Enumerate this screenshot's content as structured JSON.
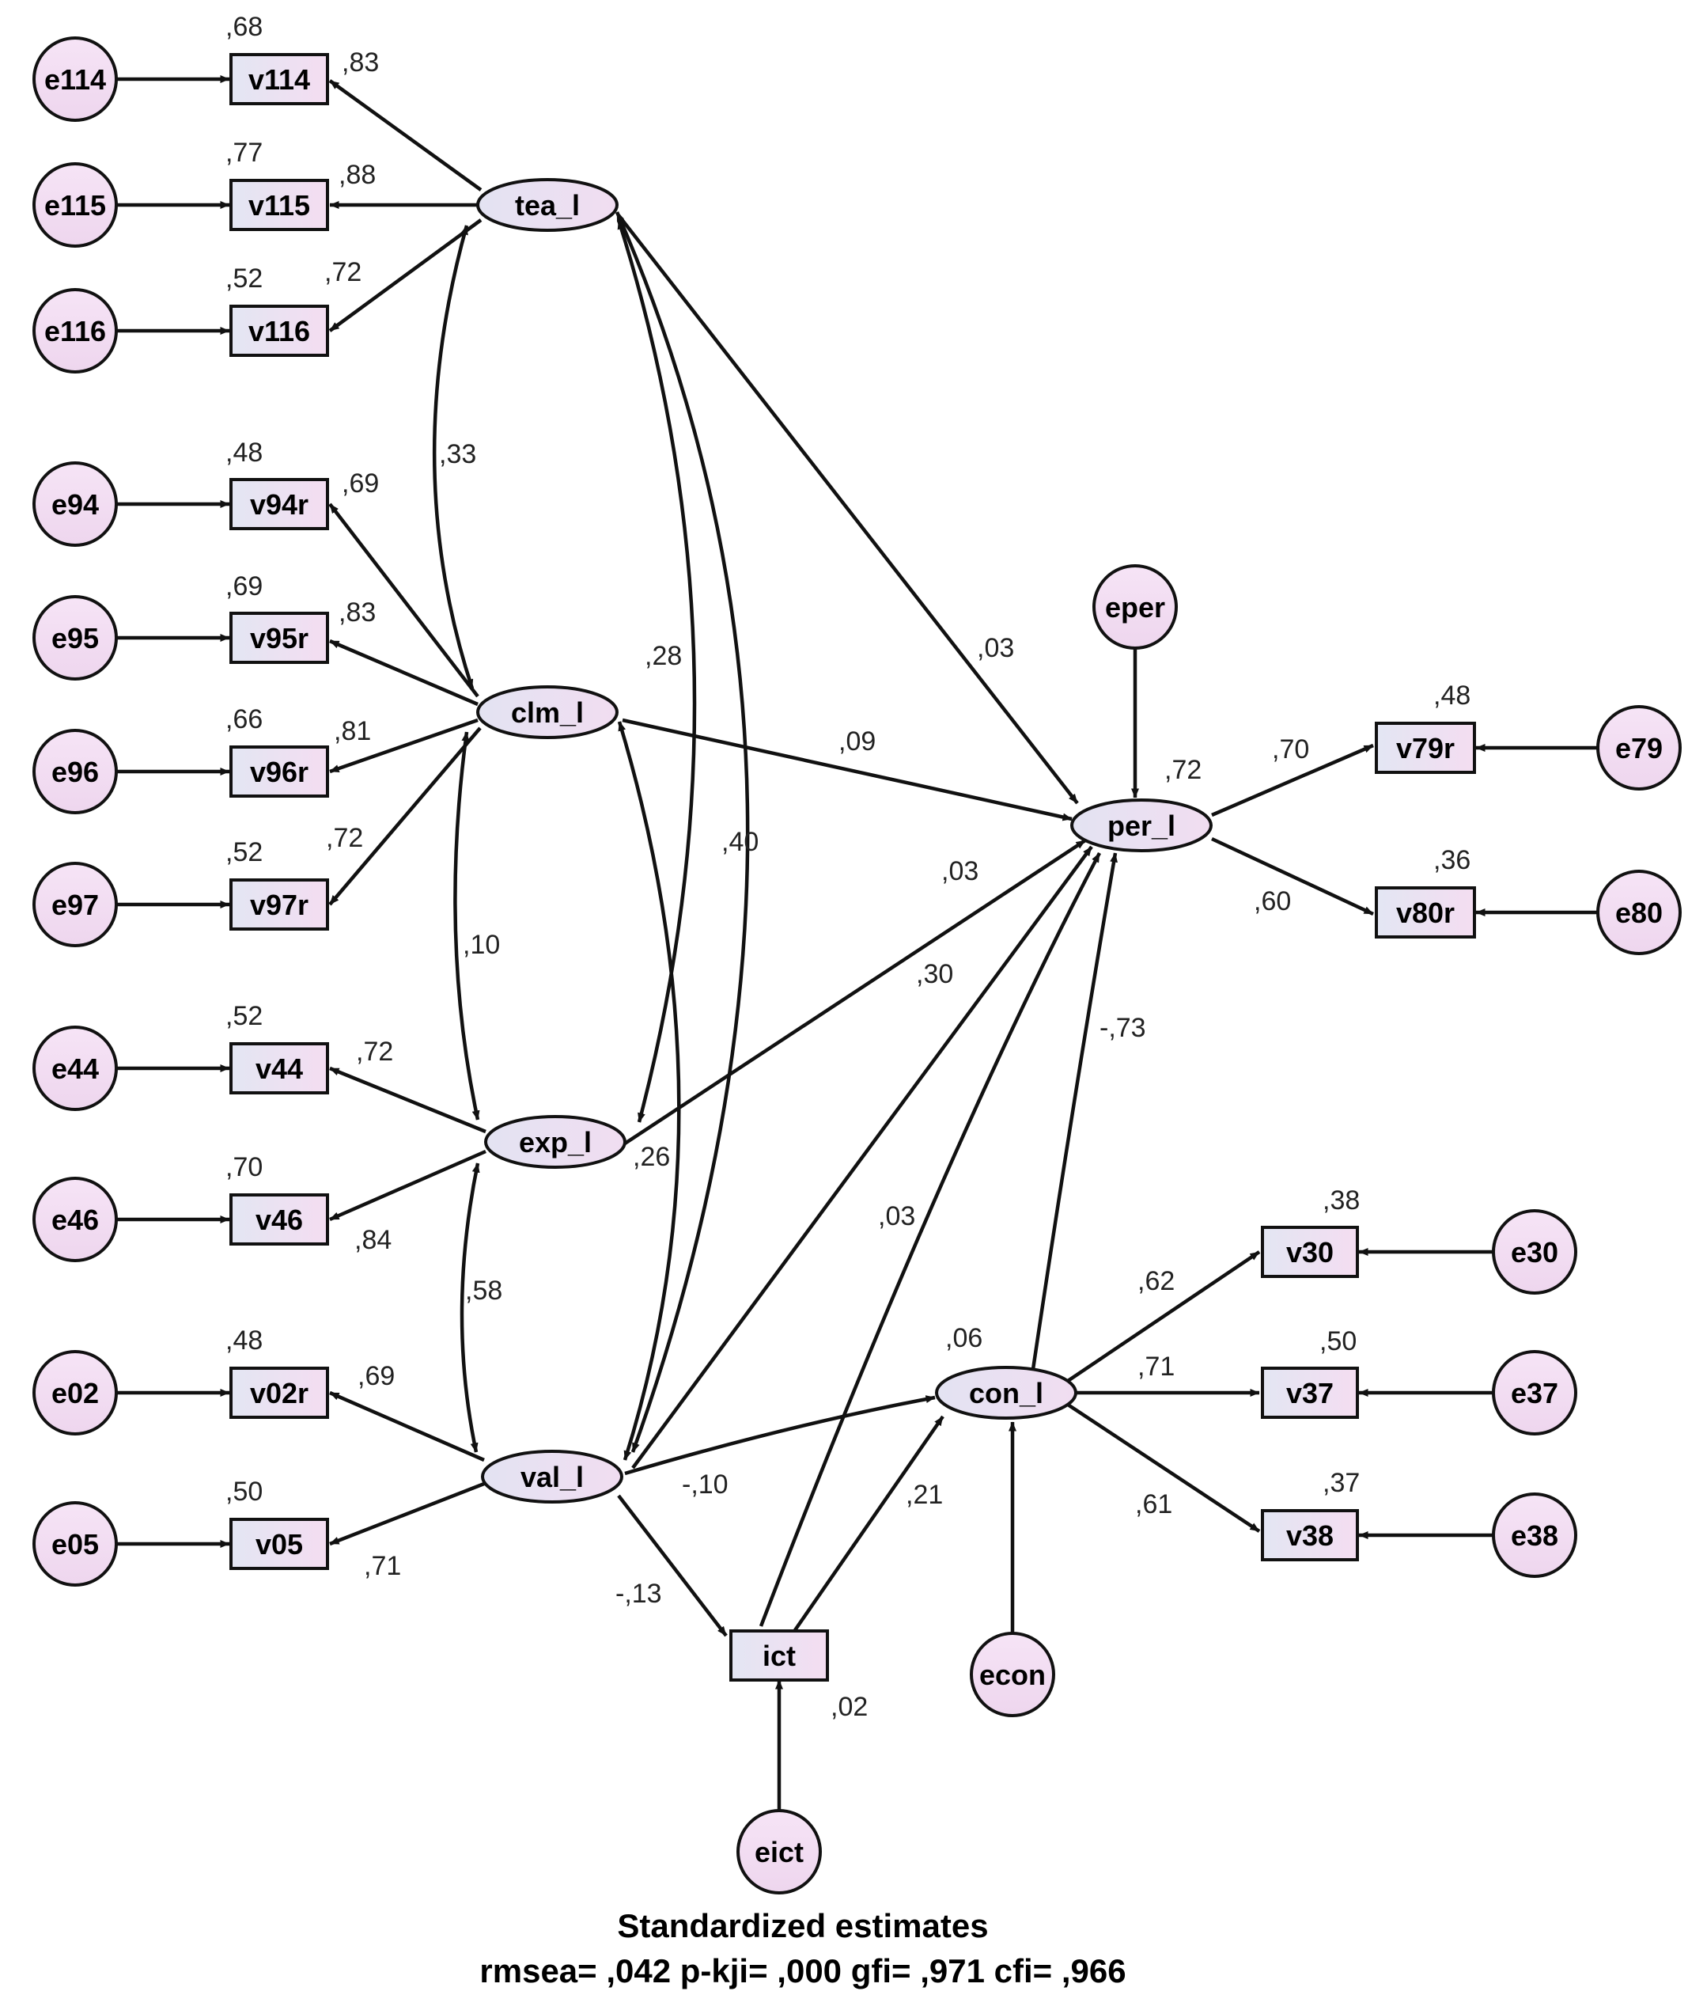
{
  "colors": {
    "latent_fill": "#E8E2F2",
    "observed_fill": "#EDE3F4",
    "error_fill": "#F2DDF2",
    "stroke": "#111111"
  },
  "nodes": {
    "e114": "e114",
    "e115": "e115",
    "e116": "e116",
    "e94": "e94",
    "e95": "e95",
    "e96": "e96",
    "e97": "e97",
    "e44": "e44",
    "e46": "e46",
    "e02": "e02",
    "e05": "e05",
    "v114": "v114",
    "v115": "v115",
    "v116": "v116",
    "v94r": "v94r",
    "v95r": "v95r",
    "v96r": "v96r",
    "v97r": "v97r",
    "v44": "v44",
    "v46": "v46",
    "v02r": "v02r",
    "v05": "v05",
    "tea_l": "tea_l",
    "clm_l": "clm_l",
    "exp_l": "exp_l",
    "val_l": "val_l",
    "ict": "ict",
    "eict": "eict",
    "per_l": "per_l",
    "eper": "eper",
    "v79r": "v79r",
    "v80r": "v80r",
    "e79": "e79",
    "e80": "e80",
    "con_l": "con_l",
    "econ": "econ",
    "v30": "v30",
    "v37": "v37",
    "v38": "v38",
    "e30": "e30",
    "e37": "e37",
    "e38": "e38"
  },
  "coefficients": {
    "r2_v114": ",68",
    "l_v114": ",83",
    "r2_v115": ",77",
    "l_v115": ",88",
    "r2_v116": ",52",
    "l_v116": ",72",
    "r2_v94r": ",48",
    "l_v94r": ",69",
    "r2_v95r": ",69",
    "l_v95r": ",83",
    "r2_v96r": ",66",
    "l_v96r": ",81",
    "r2_v97r": ",52",
    "l_v97r": ",72",
    "r2_v44": ",52",
    "l_v44": ",72",
    "r2_v46": ",70",
    "l_v46": ",84",
    "r2_v02r": ",48",
    "l_v02r": ",69",
    "r2_v05": ",50",
    "l_v05": ",71",
    "cov_tea_clm": ",33",
    "cov_tea_exp": ",28",
    "cov_tea_val": ",40",
    "cov_clm_exp": ",10",
    "cov_clm_val": ",26",
    "cov_exp_val": ",58",
    "tea_per": ",03",
    "clm_per": ",09",
    "exp_per": ",03",
    "val_per": ",30",
    "ict_per": ",03",
    "con_per": "-,73",
    "val_con": "-,10",
    "val_ict": "-,13",
    "ict_con": ",21",
    "r2_per": ",72",
    "r2_con": ",06",
    "r2_ict": ",02",
    "l_v79r": ",70",
    "r2_v79r": ",48",
    "l_v80r": ",60",
    "r2_v80r": ",36",
    "l_v30": ",62",
    "r2_v30": ",38",
    "l_v37": ",71",
    "r2_v37": ",50",
    "l_v38": ",61",
    "r2_v38": ",37"
  },
  "caption": {
    "title": "Standardized estimates",
    "fit": "rmsea= ,042 p-kji= ,000 gfi= ,971 cfi= ,966"
  }
}
